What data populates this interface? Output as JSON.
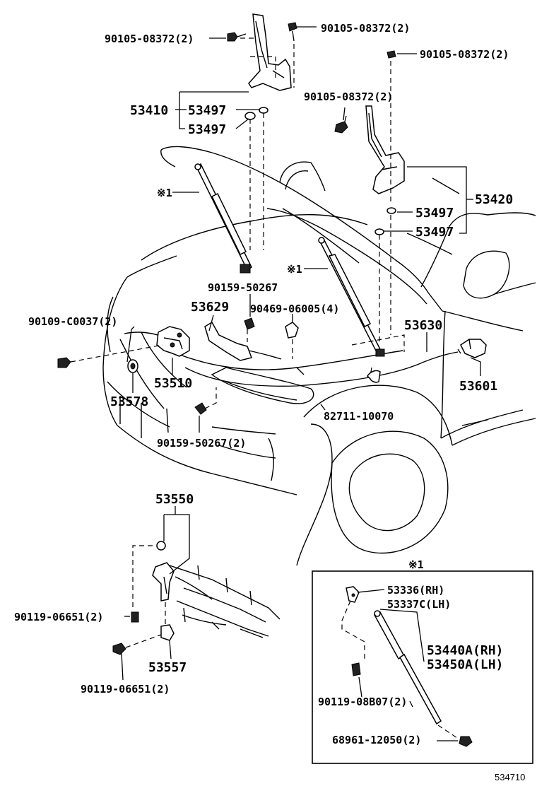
{
  "labels": {
    "bolt_a": "90105-08372(2)",
    "bolt_b": "90105-08372(2)",
    "bolt_c": "90105-08372(2)",
    "bolt_d": "90105-08372(2)",
    "hinge_lh": "53410",
    "cushion_a": "53497",
    "cushion_b": "53497",
    "cushion_c": "53497",
    "cushion_d": "53497",
    "hinge_rh": "53420",
    "note_1a": "※1",
    "note_1b": "※1",
    "clip_50267": "90159-50267",
    "cable_bracket": "53629",
    "clip_06005": "90469-06005(4)",
    "release_cable": "53630",
    "bolt_c0037": "90109-C0037(2)",
    "lock_assy": "53510",
    "cushion_53578": "53578",
    "lever_53601": "53601",
    "clip_10070": "82711-10070",
    "clip_50267_2": "90159-50267(2)",
    "stay_53550": "53550",
    "bolt_06651_a": "90119-06651(2)",
    "bolt_06651_b": "90119-06651(2)",
    "lever_53557": "53557",
    "inset_title": "※1",
    "bracket_rh": "53336(RH)",
    "bracket_lh": "53337C(LH)",
    "support_rh": "53440A(RH)",
    "support_lh": "53450A(LH)",
    "bolt_08b07": "90119-08B07(2)",
    "clip_12050": "68961-12050(2)",
    "diagram_ref": "534710"
  }
}
